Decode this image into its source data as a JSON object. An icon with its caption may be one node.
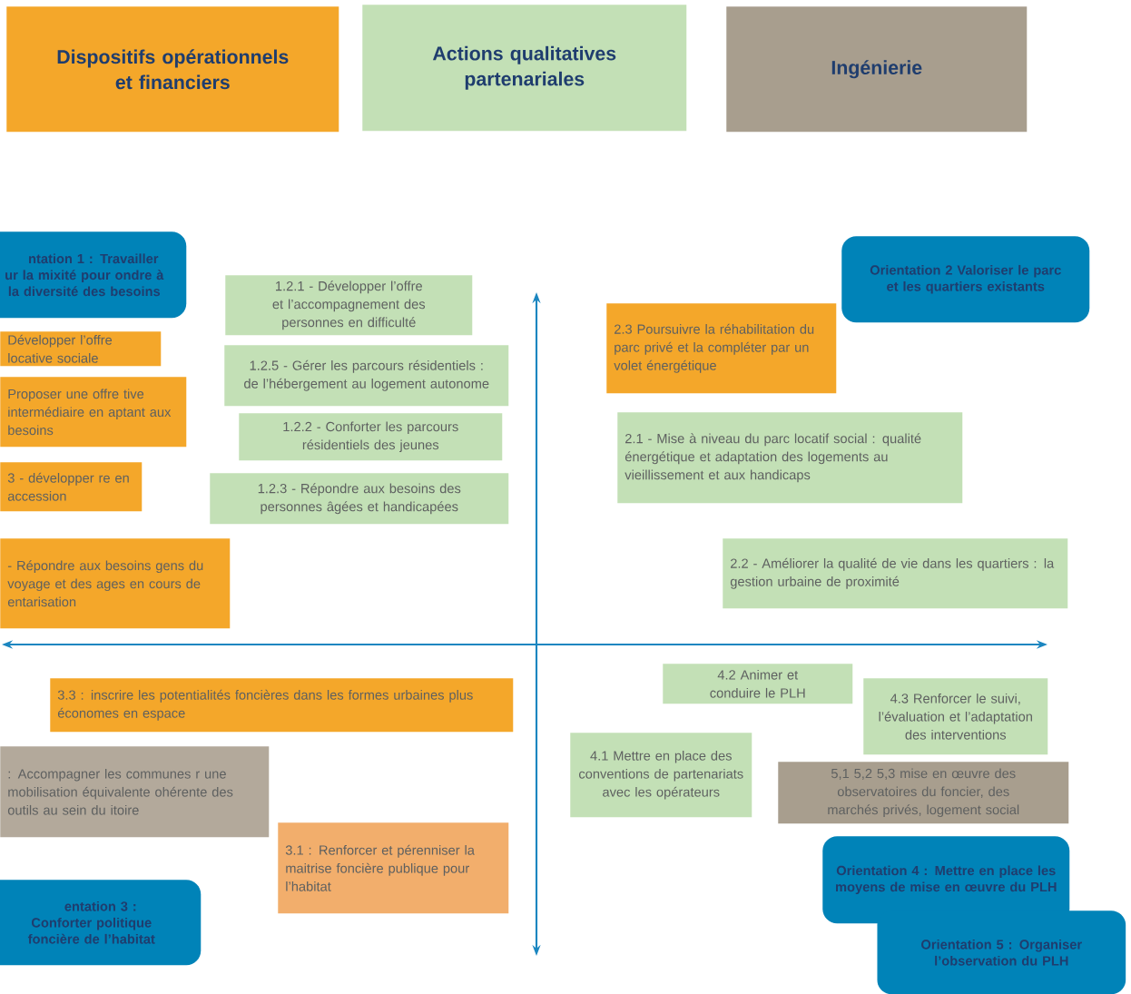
{
  "diagram": {
    "nodes": [
      {
        "text": [
          "Dispositifs opérationnels et financiers"
        ]
      },
      {
        "text": [
          "Actions qualitatives partenariales"
        ]
      },
      {
        "text": [
          "Ingénierie"
        ]
      },
      {
        "text": [
          "ntation 1 : Travailler ur la mixité pour ondre à la diversité des besoins"
        ]
      },
      {
        "text": [
          "Développer l’offre locative sociale"
        ]
      },
      {
        "text": [
          "Proposer une offre tive intermédiaire en aptant aux besoins"
        ]
      },
      {
        "text": [
          "3 - développer re en accession"
        ]
      },
      {
        "text": [
          "- Répondre aux besoins gens du voyage et des ages en cours de entarisation"
        ]
      },
      {
        "text": [
          "1.2.1 - Développer l’offre et l’accompagnement des personnes en difficulté"
        ]
      },
      {
        "text": [
          "1.2.5 - Gérer les parcours résidentiels : de l’hébergement au logement autonome"
        ]
      },
      {
        "text": [
          "1.2.2 - Conforter les parcours résidentiels des jeunes"
        ]
      },
      {
        "text": [
          "1.2.3 - Répondre aux besoins des personnes âgées et handicapées"
        ]
      },
      {
        "text": [
          "Orientation 2 Valoriser le parc et les quartiers existants"
        ]
      },
      {
        "text": [
          "2.3 Poursuivre la réhabilitation du parc privé et la compléter par un volet énergétique"
        ]
      },
      {
        "text": [
          "2.1 - Mise à niveau du parc locatif social : qualité énergétique et adaptation des logements au vieillissement et aux handicaps"
        ]
      },
      {
        "text": [
          "2.2 - Améliorer la qualité de vie dans les quartiers : la gestion urbaine de proximité"
        ]
      },
      {
        "text": [
          "3.3 : inscrire les potentialités foncières dans les formes urbaines plus économes en espace"
        ]
      },
      {
        "text": [
          ": Accompagner les communes r une mobilisation équivalente ohérente des outils au sein du itoire"
        ]
      },
      {
        "text": [
          "3.1 : Renforcer et pérenniser la maitrise foncière publique pour l’habitat"
        ]
      },
      {
        "text": [
          "entation 3 : Conforter politique foncière de l’habitat"
        ]
      },
      {
        "text": [
          "4.2 Animer et conduire le PLH"
        ]
      },
      {
        "text": [
          "4.3 Renforcer le suivi, l’évaluation et l’adaptation des interventions"
        ]
      },
      {
        "text": [
          "4.1 Mettre en place des conventions de partenariats avec les opérateurs"
        ]
      },
      {
        "text": [
          "5,1 5,2 5,3 mise en œuvre des observatoires du foncier, des marchés privés, logement social"
        ]
      },
      {
        "text": [
          "Orientation 4 : Mettre en place les moyens de mise en œuvre du PLH"
        ]
      },
      {
        "text": [
          "Orientation 5 : Organiser l’observation du PLH"
        ]
      }
    ],
    "edges": []
  }
}
